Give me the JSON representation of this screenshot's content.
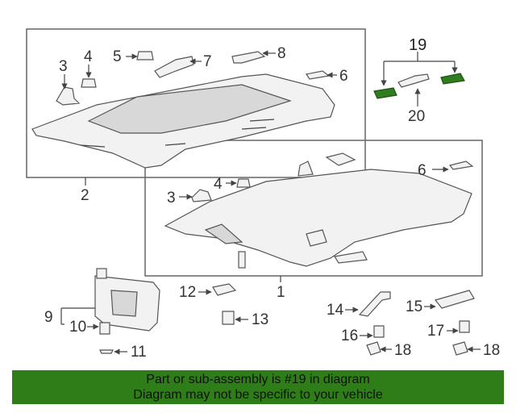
{
  "callouts": {
    "c1": "1",
    "c2": "2",
    "c3a": "3",
    "c3b": "3",
    "c4a": "4",
    "c4b": "4",
    "c5": "5",
    "c6a": "6",
    "c6b": "6",
    "c7": "7",
    "c8": "8",
    "c9": "9",
    "c10": "10",
    "c11": "11",
    "c12": "12",
    "c13": "13",
    "c14": "14",
    "c15": "15",
    "c16": "16",
    "c17": "17",
    "c18a": "18",
    "c18b": "18",
    "c19": "19",
    "c20": "20"
  },
  "highlight_color": "#2e7d18",
  "banner": {
    "line1": "Part or sub-assembly is #19 in diagram",
    "line2": "Diagram may not be specific to your vehicle"
  }
}
